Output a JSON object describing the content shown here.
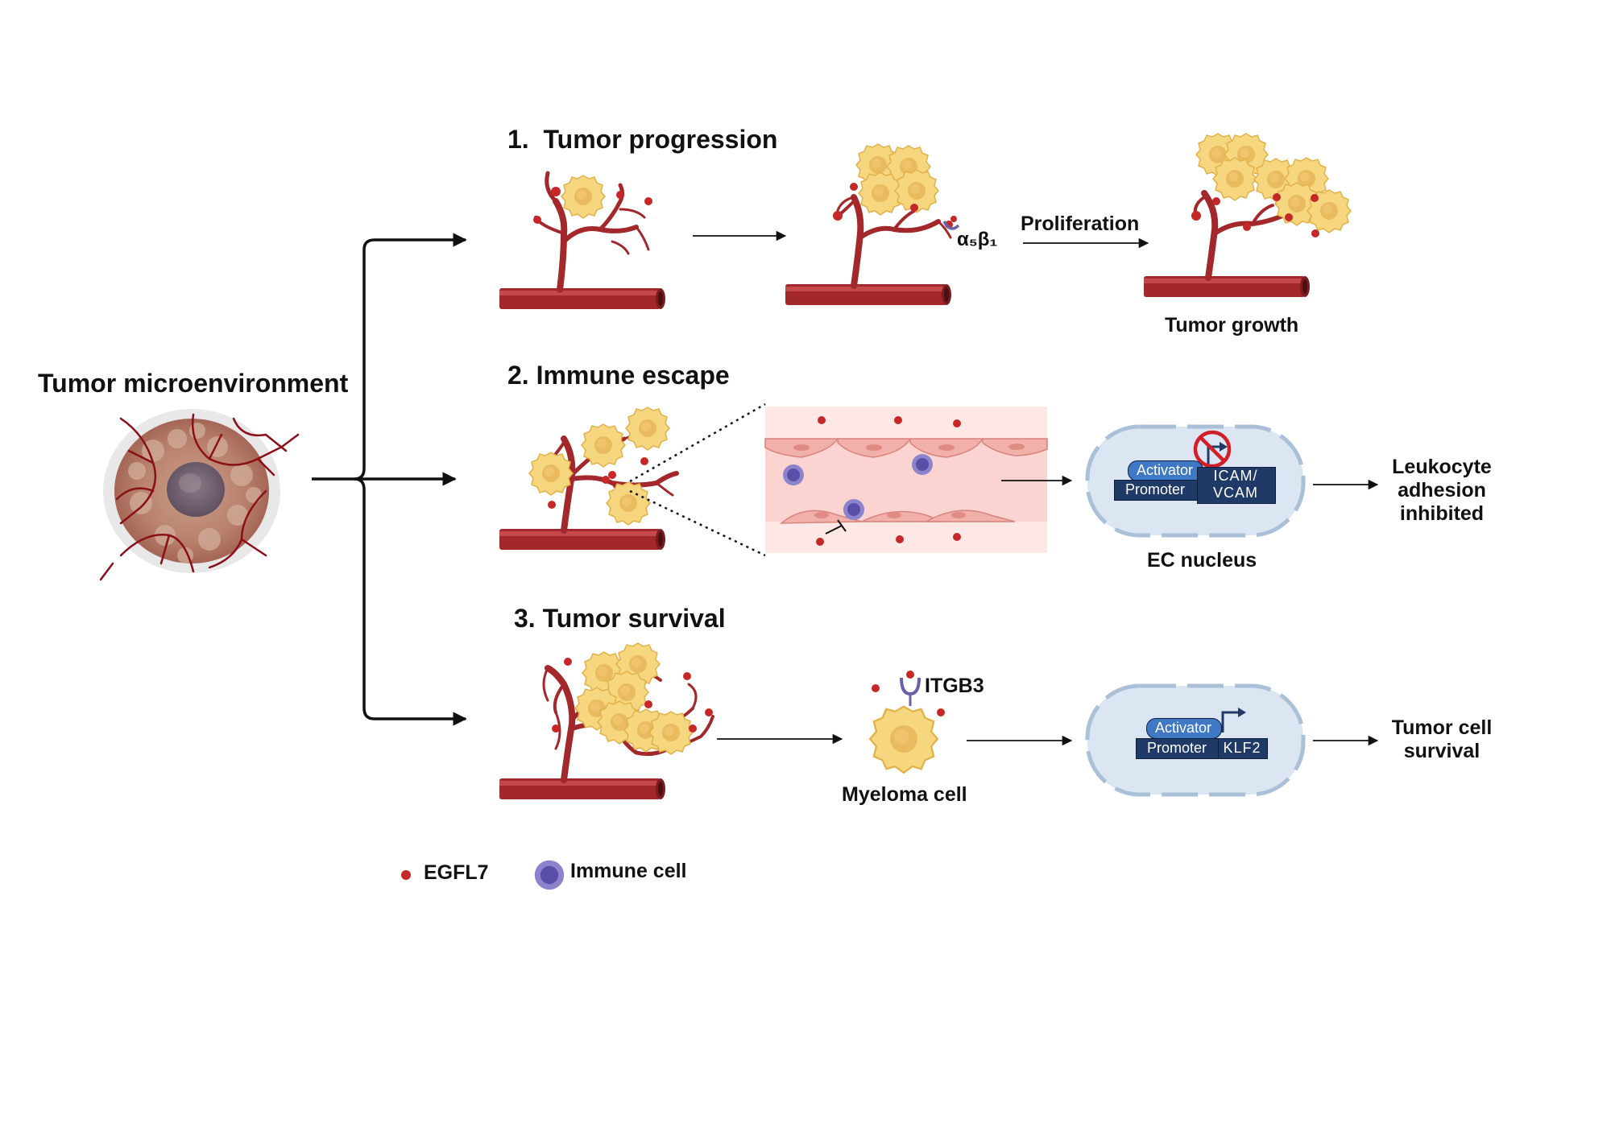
{
  "title": "Tumor microenvironment",
  "sections": [
    {
      "heading": "1.  Tumor progression",
      "receptor_label": "α₅β₁",
      "step_label": "Proliferation",
      "outcome": "Tumor growth"
    },
    {
      "heading": "2. Immune escape",
      "nucleus": {
        "activator": "Activator",
        "promoter": "Promoter",
        "gene": "ICAM/ VCAM",
        "blocked": true
      },
      "nucleus_caption": "EC nucleus",
      "outcome": "Leukocyte adhesion inhibited"
    },
    {
      "heading": "3. Tumor survival",
      "receptor_label": "ITGB3",
      "cell_label": "Myeloma cell",
      "nucleus": {
        "activator": "Activator",
        "promoter": "Promoter",
        "gene": "KLF2",
        "blocked": false
      },
      "outcome": "Tumor cell survival"
    }
  ],
  "legend": [
    {
      "label": "EGFL7",
      "icon": "red-dot-icon"
    },
    {
      "label": "Immune cell",
      "icon": "immune-cell-icon"
    }
  ],
  "colors": {
    "vessel": "#a3282b",
    "egfl7": "#c62828",
    "tumor_cell": "#f5d27a",
    "immune_cell": "#6f66b8",
    "nucleus_fill": "#dbe6f2",
    "gene_box": "#1f3a66",
    "activator": "#3f78c4"
  }
}
